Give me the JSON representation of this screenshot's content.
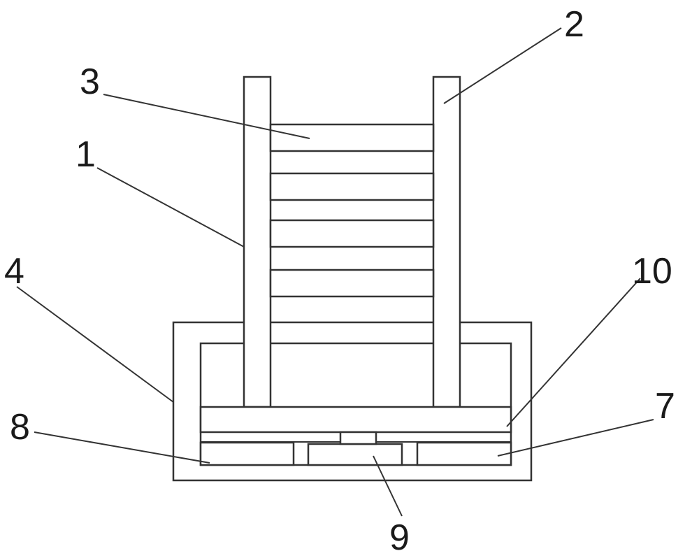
{
  "callouts": {
    "c1": "1",
    "c2": "2",
    "c3": "3",
    "c4": "4",
    "c7": "7",
    "c8": "8",
    "c9": "9",
    "c10": "10"
  },
  "colors": {
    "line": "#333333",
    "background": "#ffffff"
  }
}
